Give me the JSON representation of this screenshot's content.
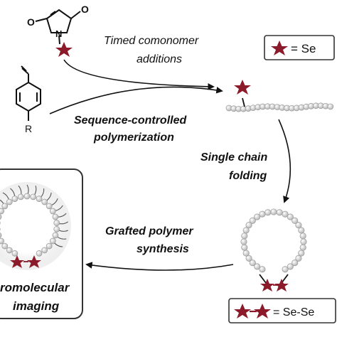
{
  "labels": {
    "timed_1": "Timed comonomer",
    "timed_2": "additions",
    "seq_1": "Sequence-controlled",
    "seq_2": "polymerization",
    "fold_1": "Single chain",
    "fold_2": "folding",
    "graft_1": "Grafted polymer",
    "graft_2": "synthesis",
    "macro_1": "romolecular",
    "macro_2": "imaging"
  },
  "legend": {
    "se": "= Se",
    "sese": "= Se-Se"
  },
  "chem": {
    "maleimide_n": "N",
    "maleimide_o": "O",
    "styrene_r": "R"
  },
  "colors": {
    "star": "#8b1a2b",
    "bead": "#cfcfcf",
    "bead_stroke": "#9a9a9a",
    "arrow": "#111111"
  }
}
